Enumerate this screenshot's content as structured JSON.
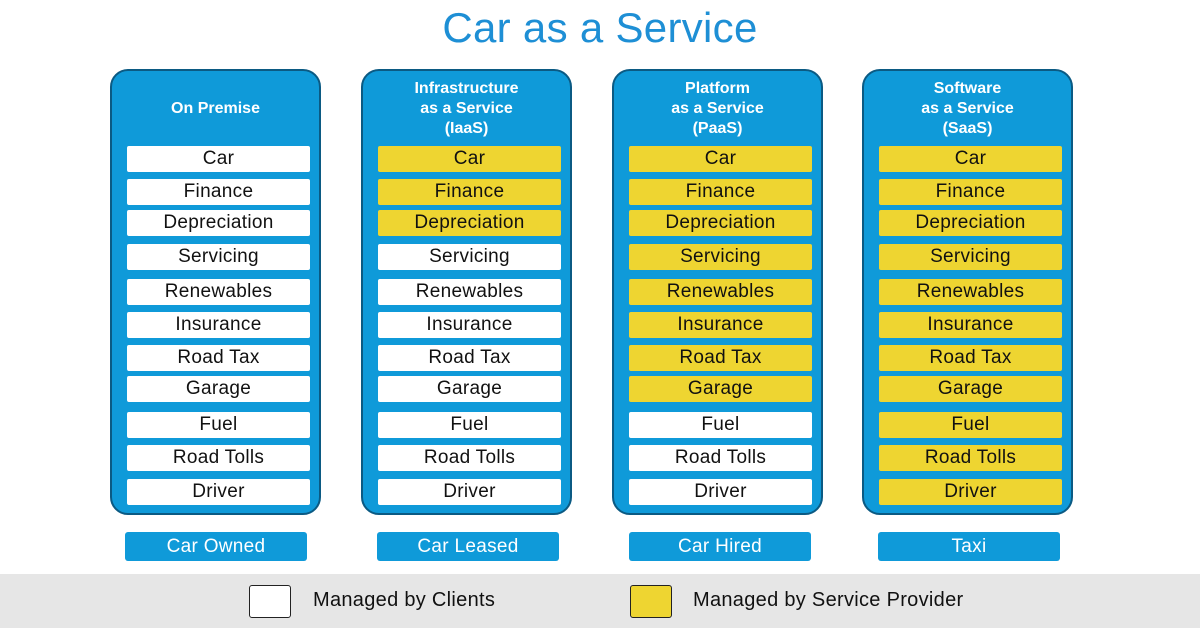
{
  "title": "Car as a Service",
  "colors": {
    "accent": "#0f9ad9",
    "title": "#1e8fd5",
    "client": "#ffffff",
    "provider": "#eed531"
  },
  "columns": [
    {
      "header": "On Premise",
      "caption": "Car Owned",
      "items": [
        {
          "label": "Car",
          "managed_by": "client"
        },
        {
          "label": "Finance",
          "managed_by": "client"
        },
        {
          "label": "Depreciation",
          "managed_by": "client"
        },
        {
          "label": "Servicing",
          "managed_by": "client"
        },
        {
          "label": "Renewables",
          "managed_by": "client"
        },
        {
          "label": "Insurance",
          "managed_by": "client"
        },
        {
          "label": "Road Tax",
          "managed_by": "client"
        },
        {
          "label": "Garage",
          "managed_by": "client"
        },
        {
          "label": "Fuel",
          "managed_by": "client"
        },
        {
          "label": "Road Tolls",
          "managed_by": "client"
        },
        {
          "label": "Driver",
          "managed_by": "client"
        }
      ]
    },
    {
      "header": "Infrastructure\nas a Service\n(IaaS)",
      "caption": "Car Leased",
      "items": [
        {
          "label": "Car",
          "managed_by": "provider"
        },
        {
          "label": "Finance",
          "managed_by": "provider"
        },
        {
          "label": "Depreciation",
          "managed_by": "provider"
        },
        {
          "label": "Servicing",
          "managed_by": "client"
        },
        {
          "label": "Renewables",
          "managed_by": "client"
        },
        {
          "label": "Insurance",
          "managed_by": "client"
        },
        {
          "label": "Road Tax",
          "managed_by": "client"
        },
        {
          "label": "Garage",
          "managed_by": "client"
        },
        {
          "label": "Fuel",
          "managed_by": "client"
        },
        {
          "label": "Road Tolls",
          "managed_by": "client"
        },
        {
          "label": "Driver",
          "managed_by": "client"
        }
      ]
    },
    {
      "header": "Platform\nas a Service\n(PaaS)",
      "caption": "Car Hired",
      "items": [
        {
          "label": "Car",
          "managed_by": "provider"
        },
        {
          "label": "Finance",
          "managed_by": "provider"
        },
        {
          "label": "Depreciation",
          "managed_by": "provider"
        },
        {
          "label": "Servicing",
          "managed_by": "provider"
        },
        {
          "label": "Renewables",
          "managed_by": "provider"
        },
        {
          "label": "Insurance",
          "managed_by": "provider"
        },
        {
          "label": "Road Tax",
          "managed_by": "provider"
        },
        {
          "label": "Garage",
          "managed_by": "provider"
        },
        {
          "label": "Fuel",
          "managed_by": "client"
        },
        {
          "label": "Road Tolls",
          "managed_by": "client"
        },
        {
          "label": "Driver",
          "managed_by": "client"
        }
      ]
    },
    {
      "header": "Software\nas a Service\n(SaaS)",
      "caption": "Taxi",
      "items": [
        {
          "label": "Car",
          "managed_by": "provider"
        },
        {
          "label": "Finance",
          "managed_by": "provider"
        },
        {
          "label": "Depreciation",
          "managed_by": "provider"
        },
        {
          "label": "Servicing",
          "managed_by": "provider"
        },
        {
          "label": "Renewables",
          "managed_by": "provider"
        },
        {
          "label": "Insurance",
          "managed_by": "provider"
        },
        {
          "label": "Road Tax",
          "managed_by": "provider"
        },
        {
          "label": "Garage",
          "managed_by": "provider"
        },
        {
          "label": "Fuel",
          "managed_by": "provider"
        },
        {
          "label": "Road Tolls",
          "managed_by": "provider"
        },
        {
          "label": "Driver",
          "managed_by": "provider"
        }
      ]
    }
  ],
  "legend": {
    "client_label": "Managed by Clients",
    "provider_label": "Managed by Service Provider"
  }
}
